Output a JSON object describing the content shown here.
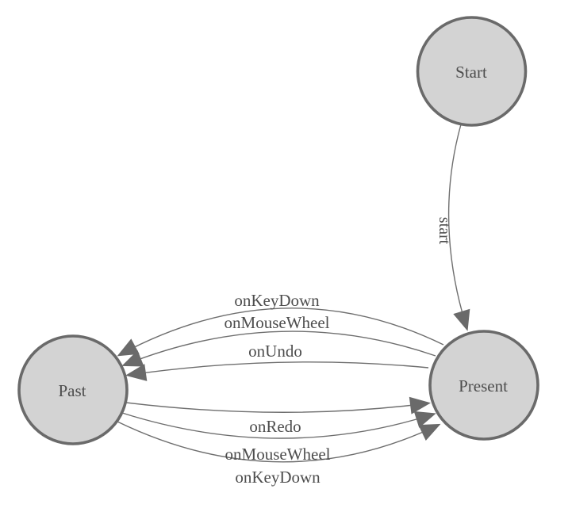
{
  "diagram": {
    "type": "state-machine",
    "colors": {
      "background": "#ffffff",
      "node_fill": "#d3d3d3",
      "node_stroke": "#6a6a6a",
      "edge_color": "#6e6e6e",
      "arrow_fill": "#6a6a6a",
      "text_color": "#4d4d4d"
    },
    "nodes": [
      {
        "id": "start",
        "label": "Start"
      },
      {
        "id": "present",
        "label": "Present"
      },
      {
        "id": "past",
        "label": "Past"
      }
    ],
    "edges": [
      {
        "from": "Start",
        "to": "Present",
        "label": "start"
      },
      {
        "from": "Present",
        "to": "Past",
        "label": "onKeyDown"
      },
      {
        "from": "Present",
        "to": "Past",
        "label": "onMouseWheel"
      },
      {
        "from": "Present",
        "to": "Past",
        "label": "onUndo"
      },
      {
        "from": "Past",
        "to": "Present",
        "label": "onRedo"
      },
      {
        "from": "Past",
        "to": "Present",
        "label": "onMouseWheel"
      },
      {
        "from": "Past",
        "to": "Present",
        "label": "onKeyDown"
      }
    ]
  }
}
